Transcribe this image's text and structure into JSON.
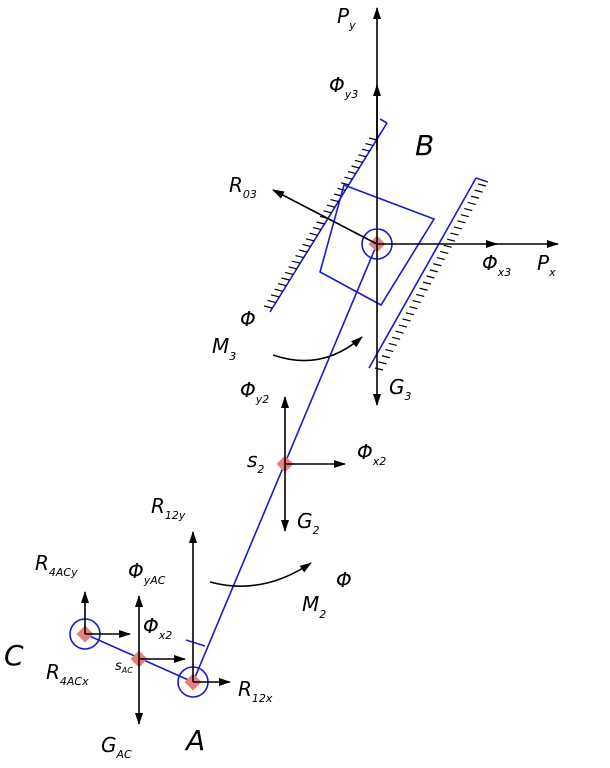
{
  "colors": {
    "link": "#1a1acc",
    "force": "#000000",
    "point": "#e87e7e"
  },
  "labels": {
    "Py": {
      "main": "P",
      "sub": "y"
    },
    "Phiy3": {
      "main": "Φ",
      "sub": "y3"
    },
    "B": {
      "main": "B"
    },
    "R03": {
      "main": "R",
      "sub": "03"
    },
    "Phix3": {
      "main": "Φ",
      "sub": "x3"
    },
    "Px": {
      "main": "P",
      "sub": "x"
    },
    "M3": {
      "main": "M",
      "sub": "3",
      "sup": "Φ"
    },
    "Phiy2": {
      "main": "Φ",
      "sub": "y2"
    },
    "G3": {
      "main": "G",
      "sub": "3"
    },
    "s2": {
      "main": "s",
      "sub": "2"
    },
    "Phix2": {
      "main": "Φ",
      "sub": "x2"
    },
    "R12y": {
      "main": "R",
      "sub": "12y"
    },
    "G2": {
      "main": "G",
      "sub": "2"
    },
    "R4ACy": {
      "main": "R",
      "sub": "4ACy"
    },
    "PhiyAC": {
      "main": "Φ",
      "sub": "yAC"
    },
    "M2": {
      "main": "M",
      "sub": "2",
      "sup": "Φ"
    },
    "C": {
      "main": "C"
    },
    "PhixAC": {
      "main": "Φ",
      "sub": "x2"
    },
    "R4ACx": {
      "main": "R",
      "sub": "4ACx"
    },
    "sAC": {
      "main": "s",
      "sub": "AC"
    },
    "R12x": {
      "main": "R",
      "sub": "12x"
    },
    "GAC": {
      "main": "G",
      "sub": "AC"
    },
    "A": {
      "main": "A"
    }
  }
}
